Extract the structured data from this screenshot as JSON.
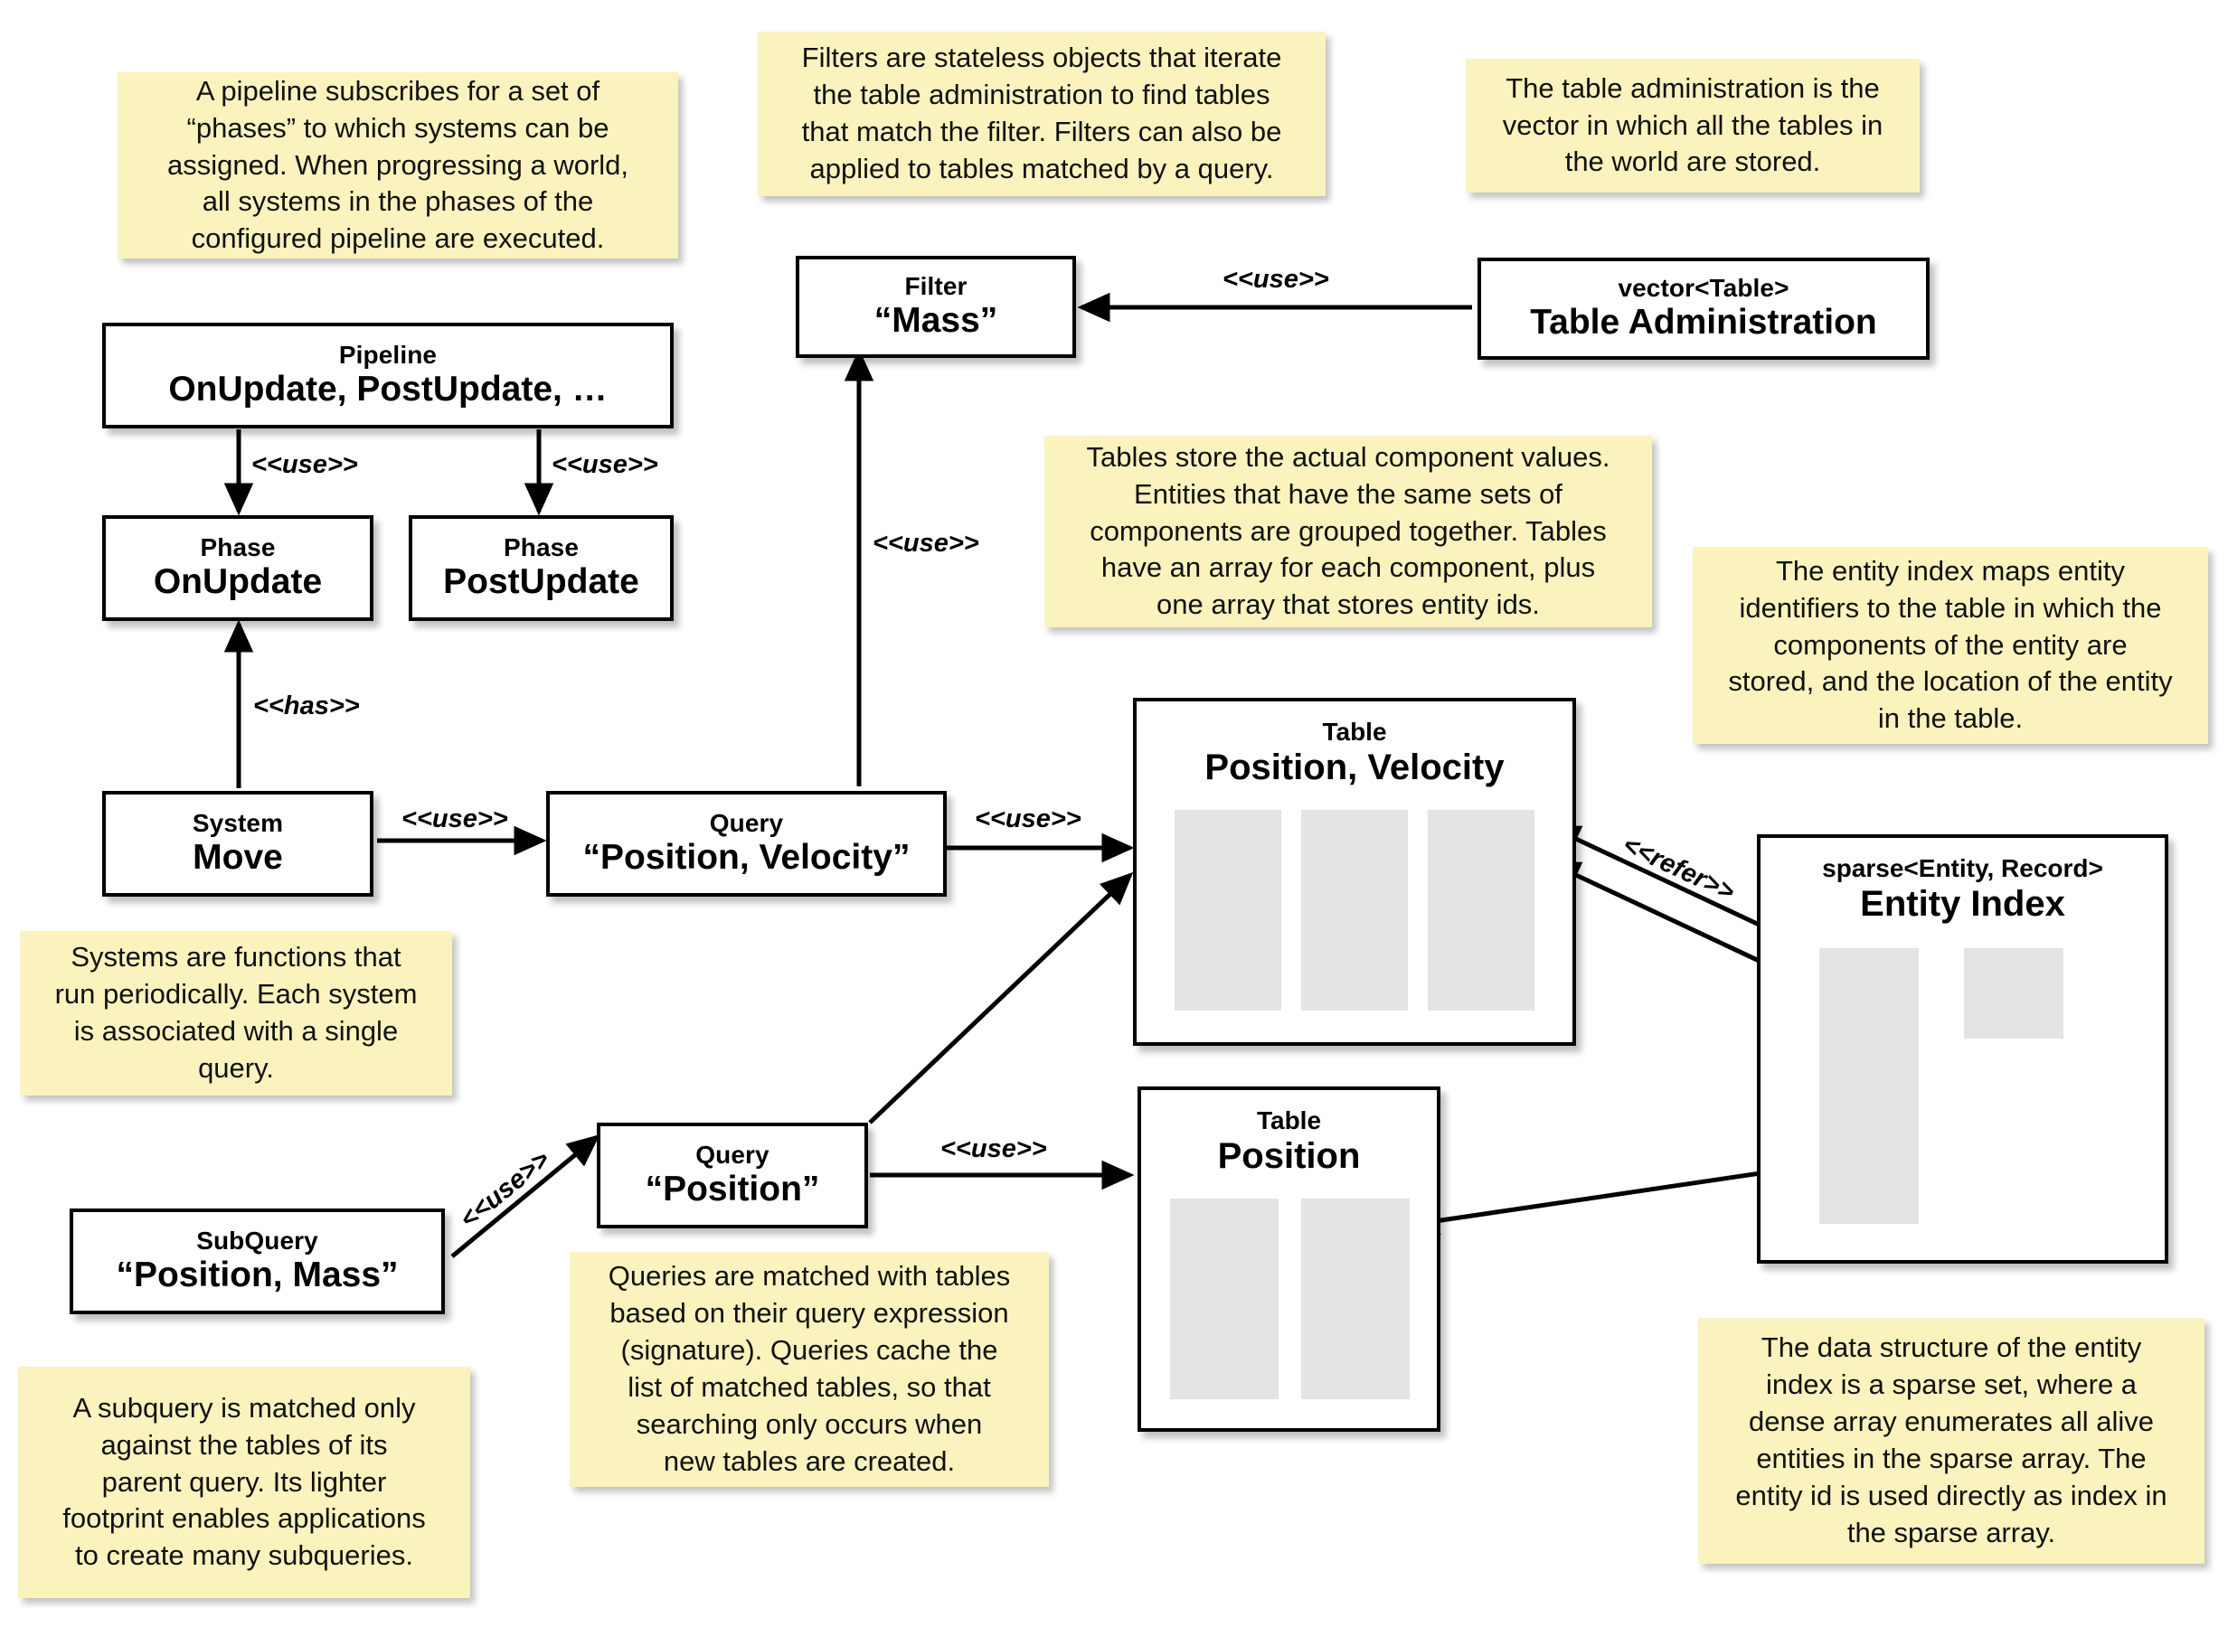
{
  "diagram": {
    "title": "ECS architecture diagram",
    "colors": {
      "note_bg": "#faf3bd",
      "box_bg": "#ffffff",
      "box_border": "#000000",
      "column_fill": "#e4e4e4",
      "canvas_bg": "#ffffff"
    }
  },
  "notes": [
    {
      "id": "pipeline-note",
      "text": "A pipeline subscribes for a set of\n“phases” to which systems can be\nassigned. When progressing a world,\nall systems in the phases of the\nconfigured pipeline are executed."
    },
    {
      "id": "filter-note",
      "text": "Filters are stateless objects that iterate\nthe table administration to find tables\nthat match the filter. Filters can also be\napplied to tables matched by a query."
    },
    {
      "id": "table-admin-note",
      "text": "The table administration is the\nvector in which all the tables in\nthe world are stored."
    },
    {
      "id": "tables-note",
      "text": "Tables store the actual component values.\nEntities that have the same sets of\ncomponents are grouped together. Tables\nhave an array for each component, plus\none array that stores entity ids."
    },
    {
      "id": "entity-index-note",
      "text": "The entity index maps entity\nidentifiers to the table in which the\ncomponents of the entity are\nstored, and the location of the entity\nin the table."
    },
    {
      "id": "systems-note",
      "text": "Systems are functions that\nrun periodically. Each system\nis associated with a single\nquery."
    },
    {
      "id": "queries-note",
      "text": "Queries are matched with tables\nbased on their query expression\n(signature). Queries cache the\nlist of matched tables, so that\nsearching only occurs when\nnew tables are created."
    },
    {
      "id": "subquery-note",
      "text": "A subquery is matched only\nagainst the tables of its\nparent query. Its lighter\nfootprint enables applications\nto create many subqueries."
    },
    {
      "id": "sparse-set-note",
      "text": "The data structure of the entity\nindex is a sparse set, where a\ndense array enumerates all alive\nentities in the sparse array. The\nentity id is used directly as index in\nthe sparse array."
    }
  ],
  "boxes": [
    {
      "id": "pipeline",
      "stereotype": "Pipeline",
      "name": "OnUpdate, PostUpdate, …"
    },
    {
      "id": "phase-onupdate",
      "stereotype": "Phase",
      "name": "OnUpdate"
    },
    {
      "id": "phase-postupdate",
      "stereotype": "Phase",
      "name": "PostUpdate"
    },
    {
      "id": "system-move",
      "stereotype": "System",
      "name": "Move"
    },
    {
      "id": "query-pos-vel",
      "stereotype": "Query",
      "name": "“Position, Velocity”"
    },
    {
      "id": "query-pos",
      "stereotype": "Query",
      "name": "“Position”"
    },
    {
      "id": "subquery-pos-mass",
      "stereotype": "SubQuery",
      "name": "“Position, Mass”"
    },
    {
      "id": "filter-mass",
      "stereotype": "Filter",
      "name": "“Mass”"
    },
    {
      "id": "table-administration",
      "stereotype": "vector<Table>",
      "name": "Table Administration"
    },
    {
      "id": "table-pos-vel",
      "stereotype": "Table",
      "name": "Position, Velocity"
    },
    {
      "id": "table-pos",
      "stereotype": "Table",
      "name": "Position"
    },
    {
      "id": "entity-index",
      "stereotype": "sparse<Entity, Record>",
      "name": "Entity Index"
    }
  ],
  "edge_labels": {
    "pipeline_to_onupdate": "<<use>>",
    "pipeline_to_postupdate": "<<use>>",
    "system_to_phase": "<<has>>",
    "system_to_query": "<<use>>",
    "query_to_filter": "<<use>>",
    "tableadmin_to_filter": "<<use>>",
    "queryposvel_to_table": "<<use>>",
    "subquery_to_query": "<<use>>",
    "querypos_to_table": "<<use>>",
    "entityindex_refer": "<<refer>>"
  }
}
